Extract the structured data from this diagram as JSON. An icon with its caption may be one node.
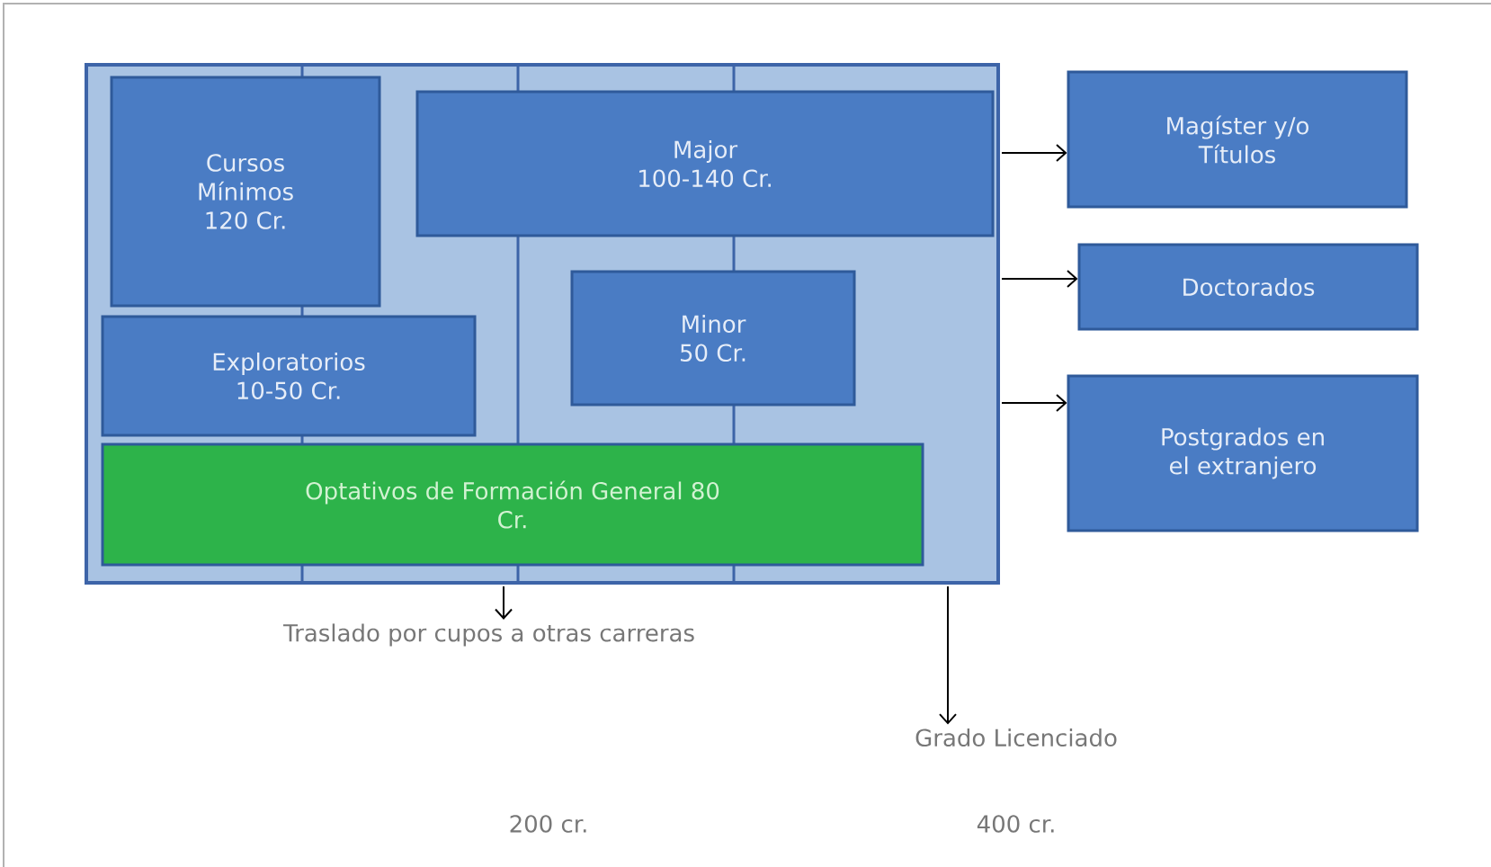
{
  "diagram": {
    "nodes": [
      {
        "text": [],
        "shape": "box"
      },
      {
        "text": [
          "Cursos Mínimos 120 Cr."
        ],
        "in": 0
      },
      {
        "text": [
          "Major 100-140 Cr."
        ],
        "in": 0
      },
      {
        "text": [
          "Exploratorios 10-50 Cr."
        ],
        "in": 0
      },
      {
        "text": [
          "Minor 50 Cr."
        ],
        "in": 0
      },
      {
        "text": [
          "Optativos de Formación General 80 Cr."
        ],
        "in": 0
      },
      {
        "text": [
          "Magíster y/o Títulos"
        ]
      },
      {
        "text": [
          "Doctorados"
        ]
      },
      {
        "text": [
          "Postgrados en el extranjero"
        ]
      },
      {
        "text": [
          "Traslado por cupos a otras carreras"
        ]
      },
      {
        "text": [
          "Grado Licenciado"
        ]
      }
    ],
    "labels": [
      "200 cr.",
      "400 cr."
    ],
    "edges": [
      {
        "from": 0,
        "to": 6,
        "arrow": "to"
      },
      {
        "from": 0,
        "to": 7,
        "arrow": "to"
      },
      {
        "from": 0,
        "to": 8,
        "arrow": "to"
      },
      {
        "from": 0,
        "to": 9,
        "arrow": "to"
      },
      {
        "from": 0,
        "to": 10,
        "arrow": "to"
      }
    ]
  }
}
